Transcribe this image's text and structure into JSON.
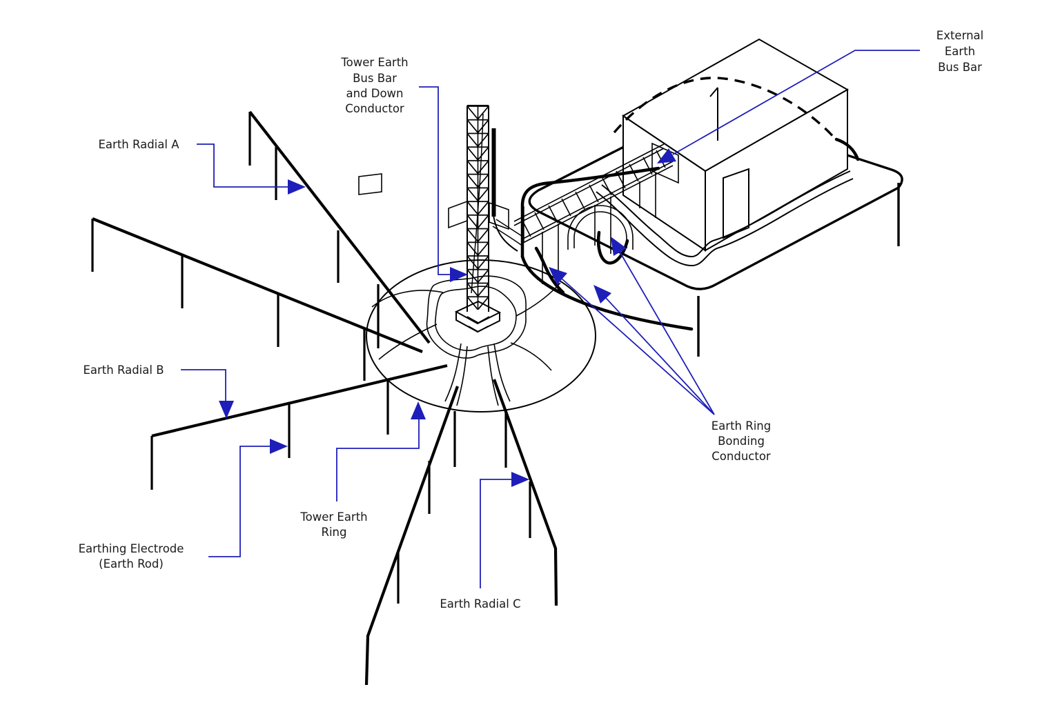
{
  "diagram": {
    "kind": "tower-earthing-system-line-diagram",
    "colors": {
      "bg": "#ffffff",
      "line": "#000000",
      "leader": "#1e1eb8",
      "text": "#1a1a1a"
    },
    "labels": {
      "external_earth_bus_bar": {
        "lines": [
          "External",
          "Earth",
          "Bus Bar"
        ]
      },
      "tower_earth_bus_bar": {
        "lines": [
          "Tower Earth",
          "Bus Bar",
          "and Down",
          "Conductor"
        ]
      },
      "earth_radial_a": {
        "lines": [
          "Earth Radial A"
        ]
      },
      "earth_radial_b": {
        "lines": [
          "Earth Radial B"
        ]
      },
      "earthing_electrode": {
        "lines": [
          "Earthing Electrode",
          "(Earth Rod)"
        ]
      },
      "tower_earth_ring": {
        "lines": [
          "Tower Earth",
          "Ring"
        ]
      },
      "earth_radial_c": {
        "lines": [
          "Earth Radial C"
        ]
      },
      "earth_ring_bonding_conductor": {
        "lines": [
          "Earth Ring",
          "Bonding",
          "Conductor"
        ]
      }
    }
  }
}
